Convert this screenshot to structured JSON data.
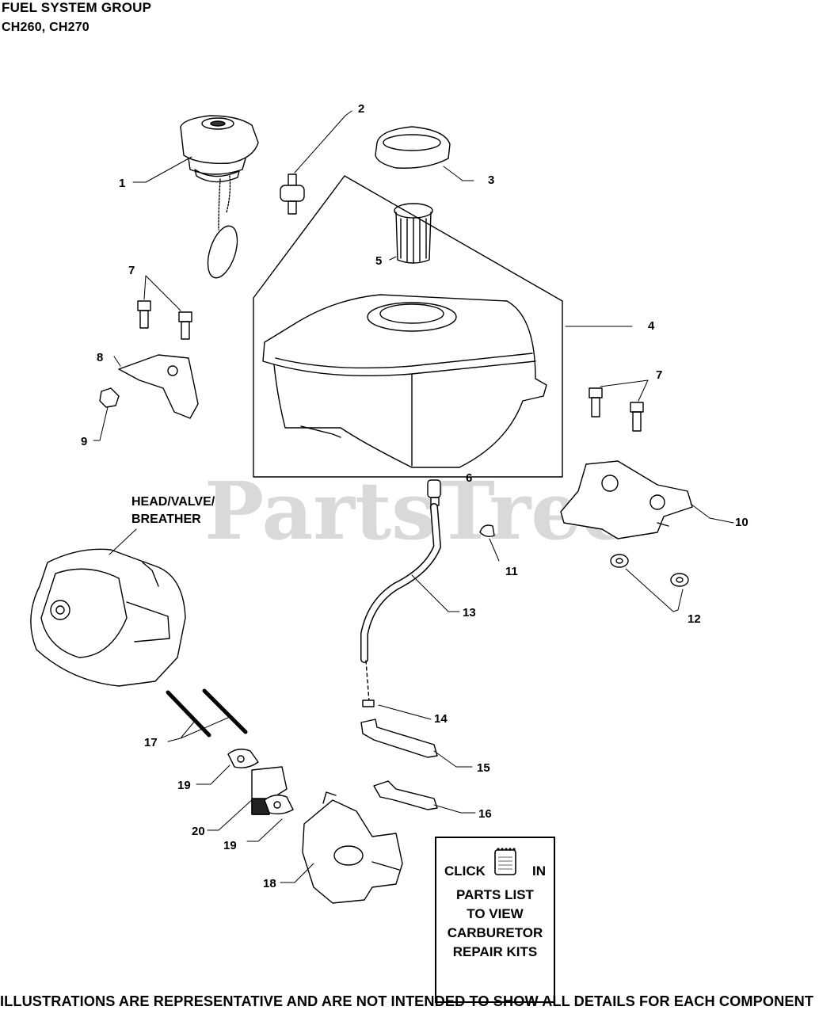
{
  "header": {
    "title": "FUEL SYSTEM GROUP",
    "models": "CH260, CH270"
  },
  "watermark": "PartsTree",
  "labels": {
    "head_valve": "HEAD/VALVE/",
    "breather": "BREATHER"
  },
  "callouts": {
    "c1": "1",
    "c2": "2",
    "c3": "3",
    "c4": "4",
    "c5": "5",
    "c6": "6",
    "c7a": "7",
    "c7b": "7",
    "c8": "8",
    "c9": "9",
    "c10": "10",
    "c11": "11",
    "c12": "12",
    "c13": "13",
    "c14": "14",
    "c15": "15",
    "c16": "16",
    "c17": "17",
    "c18": "18",
    "c19a": "19",
    "c19b": "19",
    "c20": "20"
  },
  "info_box": {
    "click": "CLICK",
    "in": "IN",
    "line1": "PARTS LIST",
    "line2": "TO VIEW",
    "line3": "CARBURETOR",
    "line4": "REPAIR KITS",
    "icon": "notepad-icon"
  },
  "footer": "ILLUSTRATIONS ARE REPRESENTATIVE AND ARE NOT INTENDED TO SHOW ALL DETAILS FOR EACH COMPONENT",
  "colors": {
    "line": "#000000",
    "watermark": "#d9d9d9",
    "background": "#ffffff"
  }
}
